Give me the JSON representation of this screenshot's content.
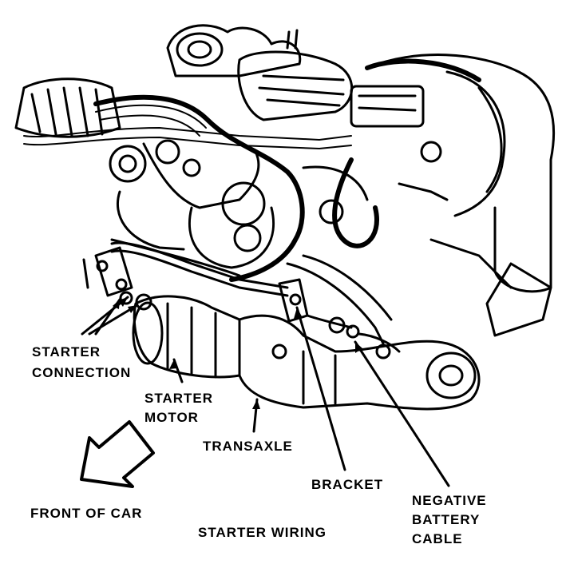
{
  "labels": {
    "starter_connection_1": "STARTER",
    "starter_connection_2": "CONNECTION",
    "starter_motor_1": "STARTER",
    "starter_motor_2": "MOTOR",
    "transaxle": "TRANSAXLE",
    "bracket": "BRACKET",
    "negative_battery_cable_1": "NEGATIVE",
    "negative_battery_cable_2": "BATTERY",
    "negative_battery_cable_3": "CABLE",
    "front_of_car": "FRONT OF CAR",
    "caption": "STARTER WIRING"
  },
  "colors": {
    "ink": "#000000",
    "paper": "#ffffff"
  }
}
